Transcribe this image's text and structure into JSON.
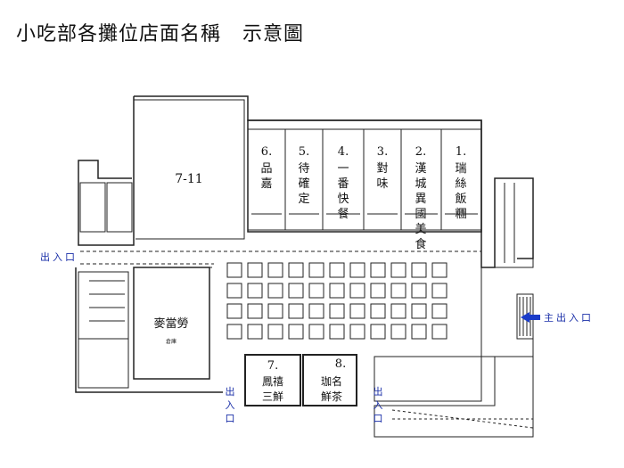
{
  "title": "小吃部各攤位店面名稱   示意圖",
  "stalls": [
    {
      "num": "1.",
      "name": "瑞絲飯糰",
      "color": "#111111"
    },
    {
      "num": "2.",
      "name": "漢城異國美食",
      "color": "#111111"
    },
    {
      "num": "3.",
      "name": "對味",
      "color": "#111111"
    },
    {
      "num": "4.",
      "name": "一番快餐",
      "color": "#111111"
    },
    {
      "num": "5.",
      "name": "待確定",
      "color": "#d40000"
    },
    {
      "num": "6.",
      "name": "品嘉",
      "color": "#111111"
    }
  ],
  "rooms": {
    "large_unit": "7-11",
    "mcdonalds": "麥當勞",
    "mcdonalds_sub": "倉庫",
    "stall7_num": "7.",
    "stall7_name_line1": "鳳禧",
    "stall7_name_line2": "三鮮",
    "stall8_num": "8.",
    "stall8_name_line1": "珈名",
    "stall8_name_line2": "鮮茶"
  },
  "exits": {
    "left": "出入口",
    "bottom_left": "出入口",
    "bottom_right": "出入口",
    "main": "主出入口"
  },
  "colors": {
    "exit_text": "#1a2fa8",
    "highlight": "#d40000"
  }
}
